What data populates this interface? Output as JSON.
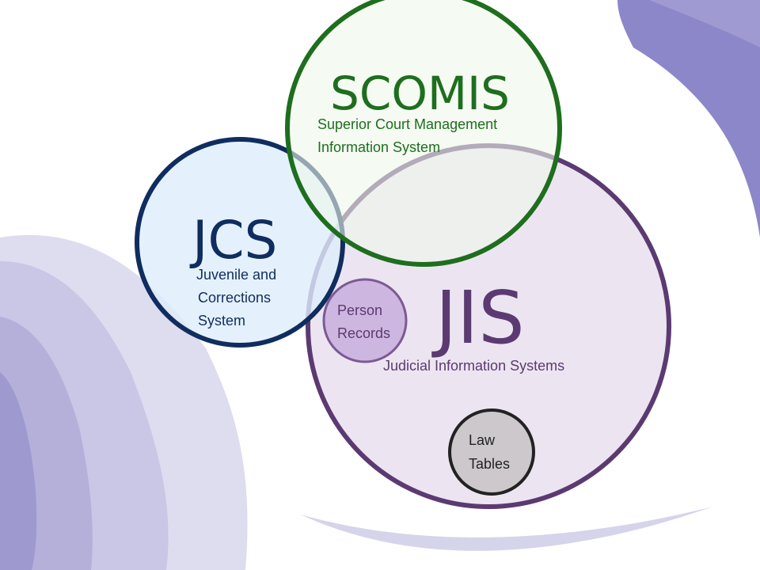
{
  "colors": {
    "scomis": "#1e6e1e",
    "jcs": "#0f2d5f",
    "jis": "#5b3a72",
    "person": "#7b5a95",
    "law": "#222222",
    "decor_purple": "#8c87c8",
    "decor_light": "#d6d4ea"
  },
  "scomis": {
    "title": "SCOMIS",
    "subtitle_line1": "Superior Court Management",
    "subtitle_line2": "Information System"
  },
  "jcs": {
    "title": "JCS",
    "subtitle_line1": "Juvenile and",
    "subtitle_line2": "Corrections",
    "subtitle_line3": "System"
  },
  "jis": {
    "title": "JIS",
    "subtitle": "Judicial Information Systems"
  },
  "person_records": {
    "line1": "Person",
    "line2": "Records"
  },
  "law_tables": {
    "line1": "Law",
    "line2": "Tables"
  }
}
